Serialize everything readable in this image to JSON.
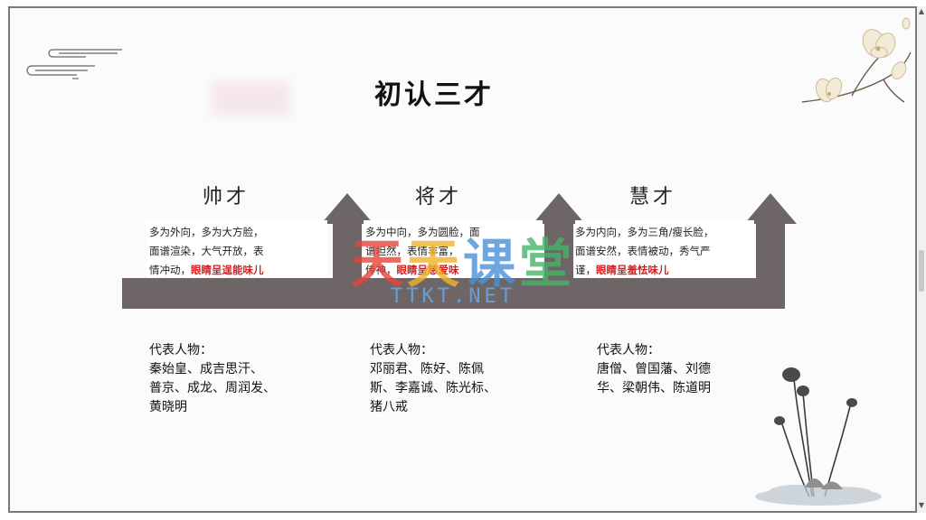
{
  "slide": {
    "title": "初认三才"
  },
  "columns": [
    {
      "heading": "帅才",
      "desc_lines": [
        "多为外向，多为大方脸，",
        "面谱渲染，大气开放，表",
        "情冲动，"
      ],
      "desc_red": "眼睛呈逞能味儿",
      "people_label": "代表人物：",
      "people_lines": [
        "秦始皇、成吉思汗、",
        "普京、成龙、周润发、",
        "黄晓明"
      ]
    },
    {
      "heading": "将才",
      "desc_lines": [
        "多为中向，多为圆脸，面",
        "谱坦然，表情丰富，",
        "传神，"
      ],
      "desc_red": "眼睛呈慈爱味",
      "people_label": "代表人物：",
      "people_lines": [
        "邓丽君、陈好、陈佩",
        "斯、李嘉诚、陈光标、",
        "猪八戒"
      ]
    },
    {
      "heading": "慧才",
      "desc_lines": [
        "多为内向，多为三角/瘦长脸，",
        "面谱安然，表情被动，秀气严",
        "谨，"
      ],
      "desc_red": "眼睛呈羞怯味儿",
      "people_label": "代表人物：",
      "people_lines": [
        "唐僧、曾国藩、刘德",
        "华、梁朝伟、陈道明"
      ]
    }
  ],
  "watermark": {
    "cn_chars": [
      "天",
      "天",
      "课",
      "堂"
    ],
    "cn_colors": [
      "#e8443a",
      "#f0b429",
      "#4a90d9",
      "#48b36a"
    ],
    "url": "TTKT.NET"
  },
  "colors": {
    "arrow": "#6e6567",
    "accent_red": "#d42020"
  },
  "icons": {
    "scroll_up": "▲",
    "scroll_down": "▼"
  }
}
